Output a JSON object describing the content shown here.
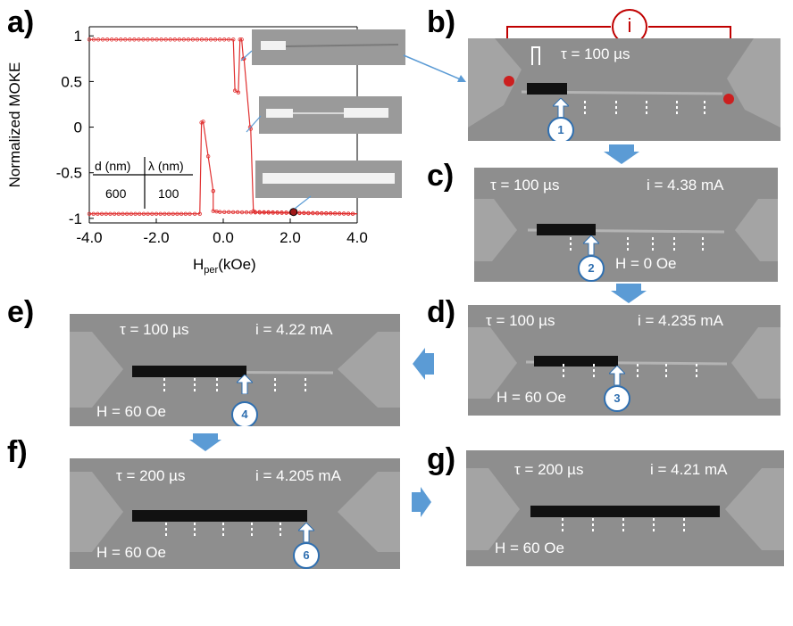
{
  "panel_labels": {
    "a": "a)",
    "b": "b)",
    "c": "c)",
    "d": "d)",
    "e": "e)",
    "f": "f)",
    "g": "g)"
  },
  "colors": {
    "loop": "#e03030",
    "accent": "#5b9bd5",
    "badge": "#2f6fb0",
    "circuit": "#c00000",
    "panel_bg": "#8e8e8e"
  },
  "chart_data": {
    "type": "line",
    "ylabel": "Normalized MOKE",
    "xlabel_main": "H",
    "xlabel_sub": "per",
    "xlabel_unit": "(kOe)",
    "xlim": [
      -4.0,
      4.0
    ],
    "ylim": [
      -1.05,
      1.1
    ],
    "x_ticks": [
      "-4.0",
      "-2.0",
      "0.0",
      "2.0",
      "4.0"
    ],
    "y_ticks": [
      "1",
      "0.5",
      "0",
      "-0.5",
      "-1"
    ],
    "series": [
      {
        "values_x": [
          -4.0,
          -3.0,
          -2.0,
          -1.0,
          -0.7,
          -0.65,
          -0.6,
          -0.3,
          -0.3,
          -0.3,
          -0.1,
          4.0
        ],
        "values_y": [
          -0.95,
          -0.95,
          -0.95,
          -0.95,
          -0.95,
          0.05,
          0.06,
          -0.7,
          -0.7,
          -0.92,
          -0.93,
          -0.95
        ]
      },
      {
        "values_x": [
          -4.0,
          0.3,
          0.35,
          0.45,
          0.5,
          0.55,
          0.6,
          0.62,
          0.8,
          0.82,
          0.9,
          0.95,
          4.0
        ],
        "values_y": [
          0.96,
          0.96,
          0.4,
          0.38,
          0.96,
          0.96,
          0.75,
          0.75,
          0.0,
          -0.02,
          -0.92,
          -0.93,
          -0.95
        ]
      }
    ],
    "table": {
      "col1_header": "d (nm)",
      "col2_header": "λ (nm)",
      "col1_value": "600",
      "col2_value": "100"
    }
  },
  "circuit": {
    "label": "i",
    "pulse_text": "τ = 100 µs"
  },
  "panels": {
    "b": {
      "badge": "1"
    },
    "c": {
      "tau": "τ = 100 µs",
      "current": "i = 4.38 mA",
      "field": "H = 0 Oe",
      "badge": "2"
    },
    "d": {
      "tau": "τ = 100 µs",
      "current": "i = 4.235 mA",
      "field": "H = 60 Oe",
      "badge": "3"
    },
    "e": {
      "tau": "τ = 100 µs",
      "current": "i = 4.22 mA",
      "field": "H = 60 Oe",
      "badge": "4"
    },
    "f": {
      "tau": "τ = 200 µs",
      "current": "i = 4.205 mA",
      "field": "H = 60 Oe",
      "badge": "6"
    },
    "g": {
      "tau": "τ = 200 µs",
      "current": "i = 4.21 mA",
      "field": "H = 60 Oe"
    }
  }
}
